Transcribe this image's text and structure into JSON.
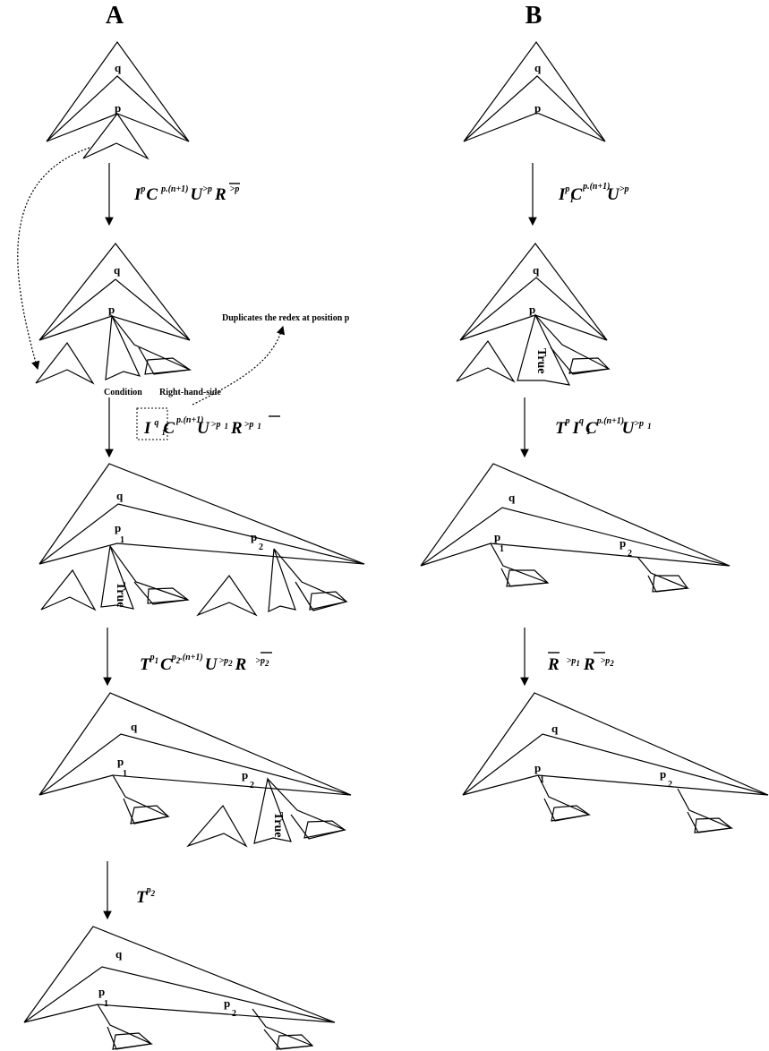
{
  "columns": {
    "a": "A",
    "b": "B"
  },
  "labels": {
    "q": "q",
    "p": "p",
    "one": "1",
    "two": "2"
  },
  "annotations": {
    "duplicates": "Duplicates the  redex at position p",
    "condition": "Condition",
    "rhs": "Right-hand-side",
    "true": "True"
  },
  "colors": {
    "dark": "#737373",
    "darker": "#262626",
    "mid": "#a6a6a6",
    "light": "#e0e0e0",
    "line": "#000000"
  },
  "steps": {
    "a1": [
      "I",
      "p",
      "C",
      "p.(n+1)",
      "U",
      ">p",
      "R",
      ">p"
    ],
    "a2": [
      "I",
      "q",
      "C",
      "p.(n+1)",
      "1",
      "U",
      ">p",
      "1",
      "R",
      ">p",
      "1"
    ],
    "a3": [
      "T",
      "p",
      "1",
      "C",
      "p",
      "2",
      ".(n+1)",
      "U",
      ">p",
      "2",
      "R",
      ">p",
      "2"
    ],
    "a4": [
      "T",
      "p",
      "2"
    ],
    "b1": [
      "I",
      "p",
      "C",
      "p.(n+1)",
      "1",
      "U",
      ">p"
    ],
    "b2": [
      "T",
      "p",
      "I",
      "q",
      "C",
      "p.(n+1)",
      "1",
      "U",
      ">p",
      "1"
    ],
    "b3": [
      "R",
      ">p",
      "1",
      "R",
      ">p",
      "2"
    ]
  }
}
